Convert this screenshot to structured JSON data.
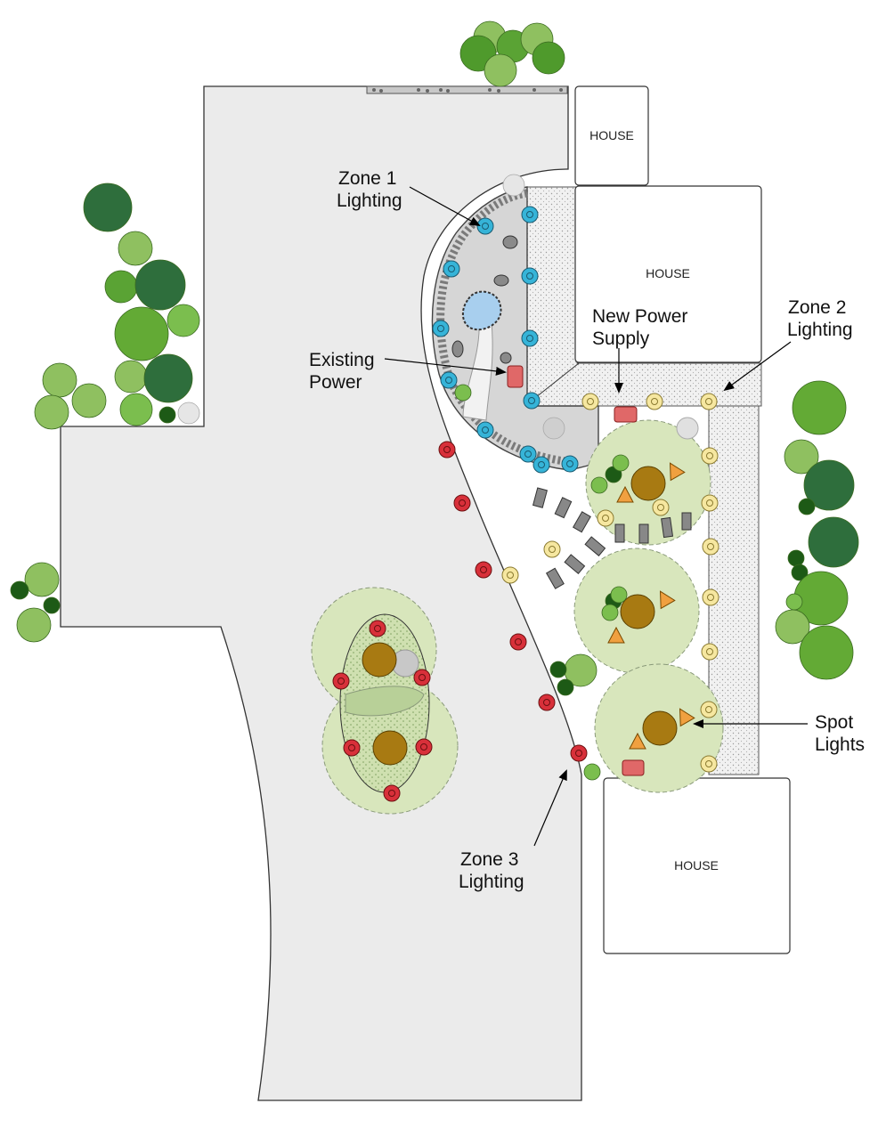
{
  "houses": [
    {
      "label": "HOUSE"
    },
    {
      "label": "HOUSE"
    },
    {
      "label": "HOUSE"
    }
  ],
  "callouts": {
    "zone1": [
      "Zone 1",
      "Lighting"
    ],
    "zone2": [
      "Zone 2",
      "Lighting"
    ],
    "zone3": [
      "Zone 3",
      "Lighting"
    ],
    "existing_power": [
      "Existing",
      "Power"
    ],
    "new_power": [
      "New Power",
      "Supply"
    ],
    "spot_lights": [
      "Spot",
      "Lights"
    ]
  },
  "colors": {
    "lawn": "#ebebeb",
    "patio": "#d6d6d6",
    "zone1_light": "#36b4d8",
    "zone2_light": "#f6e7a0",
    "zone3_light": "#d8303a",
    "power_box": "#e06868",
    "spot_light": "#f0a040",
    "tree_canopy": "#d8e6bc",
    "tree_trunk": "#a87a12",
    "pond": "#a8cfee"
  },
  "legend_icons": {
    "zone1_light": "blue-path-light-icon",
    "zone2_light": "yellow-path-light-icon",
    "zone3_light": "red-path-light-icon",
    "spot_light": "orange-spot-light-icon",
    "power": "power-box-icon"
  }
}
